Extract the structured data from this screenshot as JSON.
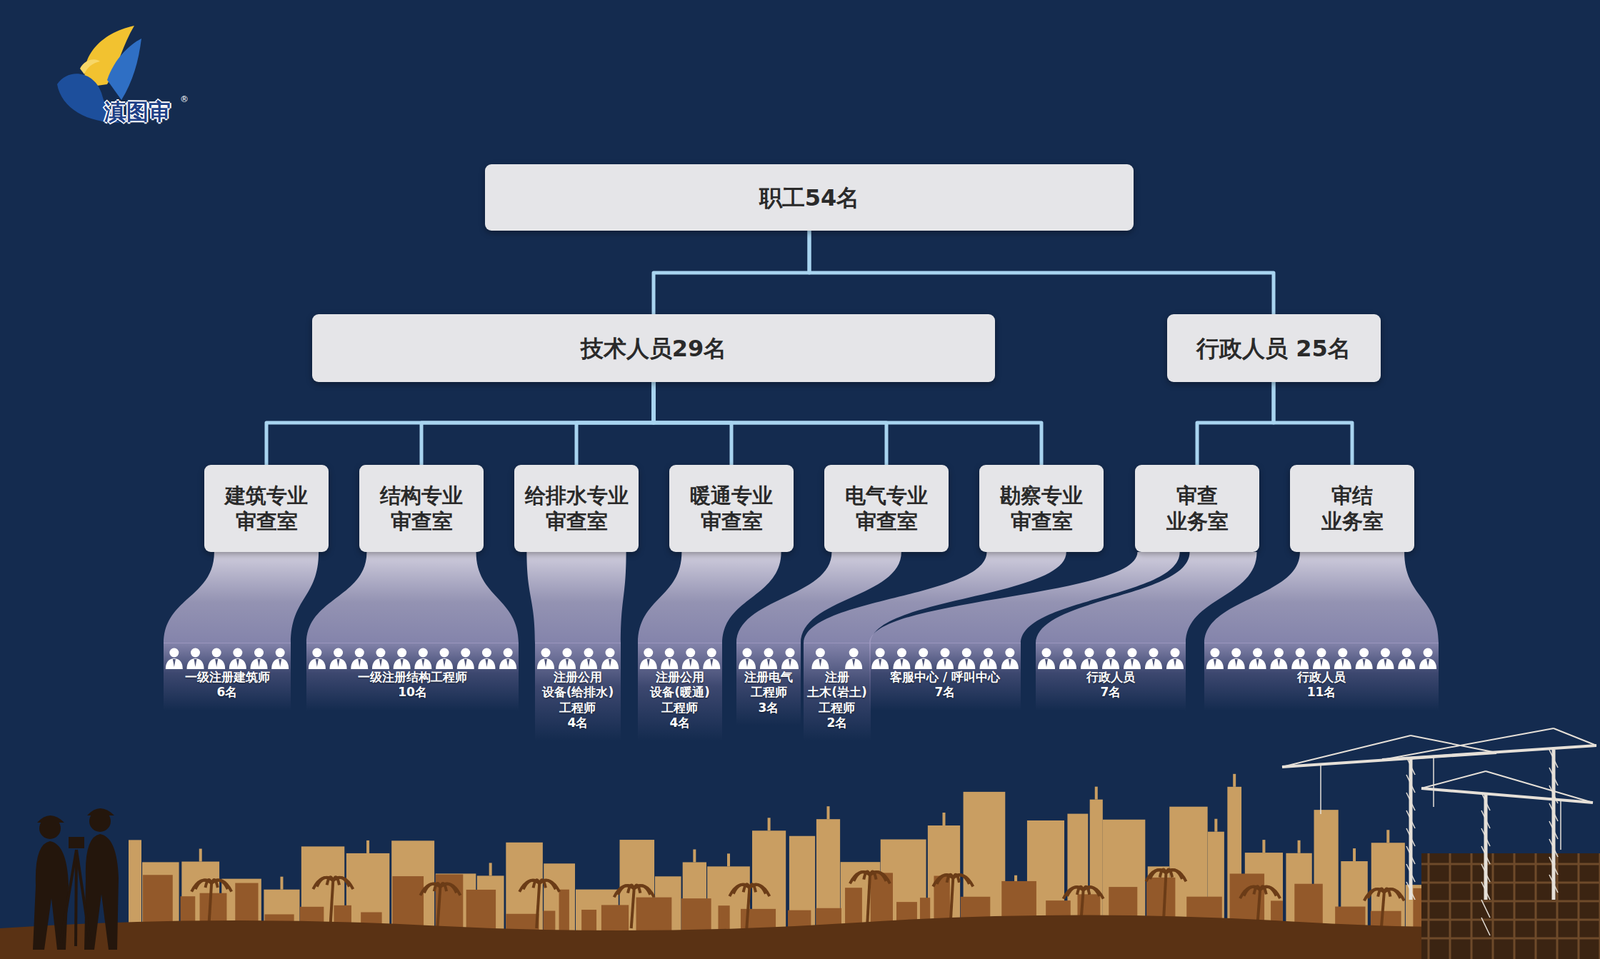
{
  "diagram": {
    "nodes": [
      {
        "text": [
          "职工54名"
        ]
      },
      {
        "text": [
          "技术人员29名"
        ]
      },
      {
        "text": [
          "行政人员 25名"
        ]
      },
      {
        "text": [
          "建筑专业 审查室"
        ]
      },
      {
        "text": [
          "结构专业 审查室"
        ]
      },
      {
        "text": [
          "给排水专业 审查室"
        ]
      },
      {
        "text": [
          "暖通专业 审查室"
        ]
      },
      {
        "text": [
          "电气专业 审查室"
        ]
      },
      {
        "text": [
          "勘察专业 审查室"
        ]
      },
      {
        "text": [
          "审查 业务室"
        ]
      },
      {
        "text": [
          "审结 业务室"
        ]
      },
      {
        "text": [
          "一级注册建筑师",
          "6名"
        ]
      },
      {
        "text": [
          "一级注册结构工程师",
          "10名"
        ]
      },
      {
        "text": [
          "注册公用 设备(给排水) 工程师",
          "4名"
        ]
      },
      {
        "text": [
          "注册公用 设备(暖通) 工程师",
          "4名"
        ]
      },
      {
        "text": [
          "注册电气 工程师",
          "3名"
        ]
      },
      {
        "text": [
          "注册 土木(岩土) 工程师",
          "2名"
        ]
      },
      {
        "text": [
          "客服中心 / 呼叫中心",
          "7名"
        ]
      },
      {
        "text": [
          "行政人员",
          "7名"
        ]
      },
      {
        "text": [
          "行政人员",
          "11名"
        ]
      }
    ],
    "edges": [
      {
        "from": 0,
        "to": 1,
        "arrow": "none"
      },
      {
        "from": 0,
        "to": 2,
        "arrow": "none"
      },
      {
        "from": 1,
        "to": 3,
        "arrow": "none"
      },
      {
        "from": 1,
        "to": 4,
        "arrow": "none"
      },
      {
        "from": 1,
        "to": 5,
        "arrow": "none"
      },
      {
        "from": 1,
        "to": 6,
        "arrow": "none"
      },
      {
        "from": 1,
        "to": 7,
        "arrow": "none"
      },
      {
        "from": 1,
        "to": 8,
        "arrow": "none"
      },
      {
        "from": 2,
        "to": 9,
        "arrow": "none"
      },
      {
        "from": 2,
        "to": 10,
        "arrow": "none"
      },
      {
        "from": 3,
        "to": 11,
        "arrow": "none"
      },
      {
        "from": 4,
        "to": 12,
        "arrow": "none"
      },
      {
        "from": 5,
        "to": 13,
        "arrow": "none"
      },
      {
        "from": 6,
        "to": 14,
        "arrow": "none"
      },
      {
        "from": 7,
        "to": 15,
        "arrow": "none"
      },
      {
        "from": 8,
        "to": 16,
        "arrow": "none"
      },
      {
        "from": 9,
        "to": 17,
        "arrow": "none"
      },
      {
        "from": 9,
        "to": 18,
        "arrow": "none"
      },
      {
        "from": 10,
        "to": 19,
        "arrow": "none"
      }
    ],
    "labels": [
      "滇图审",
      "®"
    ]
  }
}
